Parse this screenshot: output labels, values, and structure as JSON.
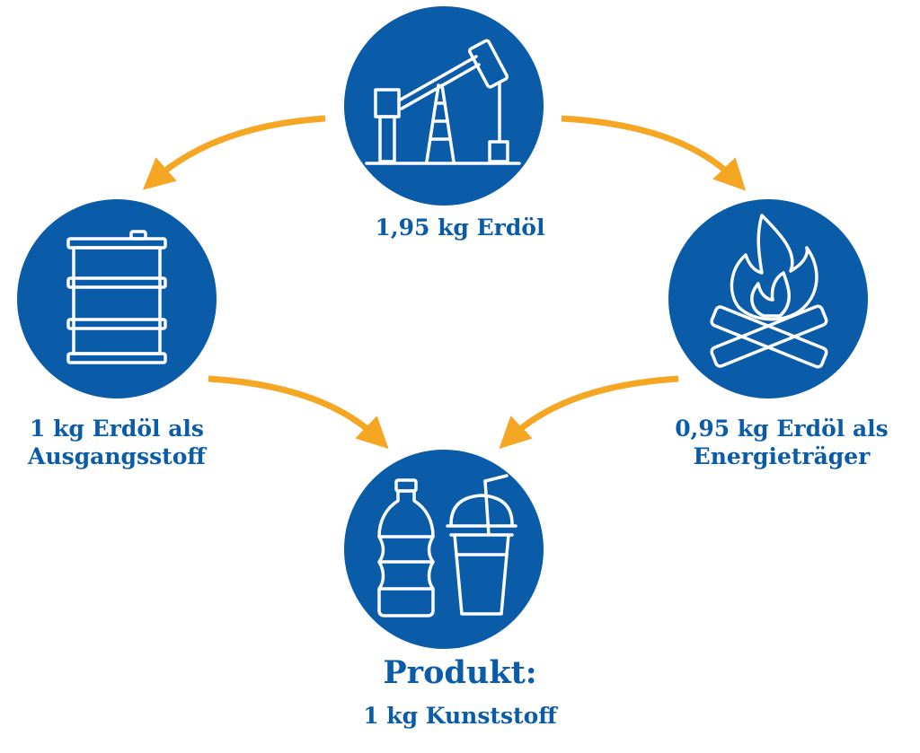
{
  "colors": {
    "circle": "#0a5ca8",
    "arrow": "#f5a623",
    "icon": "#ffffff",
    "text": "#0a5ca8"
  },
  "nodes": {
    "top": {
      "icon": "oil-pump-icon",
      "label": "1,95 kg Erdöl"
    },
    "left": {
      "icon": "oil-barrel-icon",
      "label_line1": "1 kg Erdöl als",
      "label_line2": "Ausgangsstoff"
    },
    "right": {
      "icon": "campfire-icon",
      "label_line1": "0,95 kg Erdöl als",
      "label_line2": "Energieträger"
    },
    "bottom": {
      "icon": "plastic-bottle-cup-icon",
      "title": "Produkt:",
      "label": "1 kg Kunststoff"
    }
  }
}
